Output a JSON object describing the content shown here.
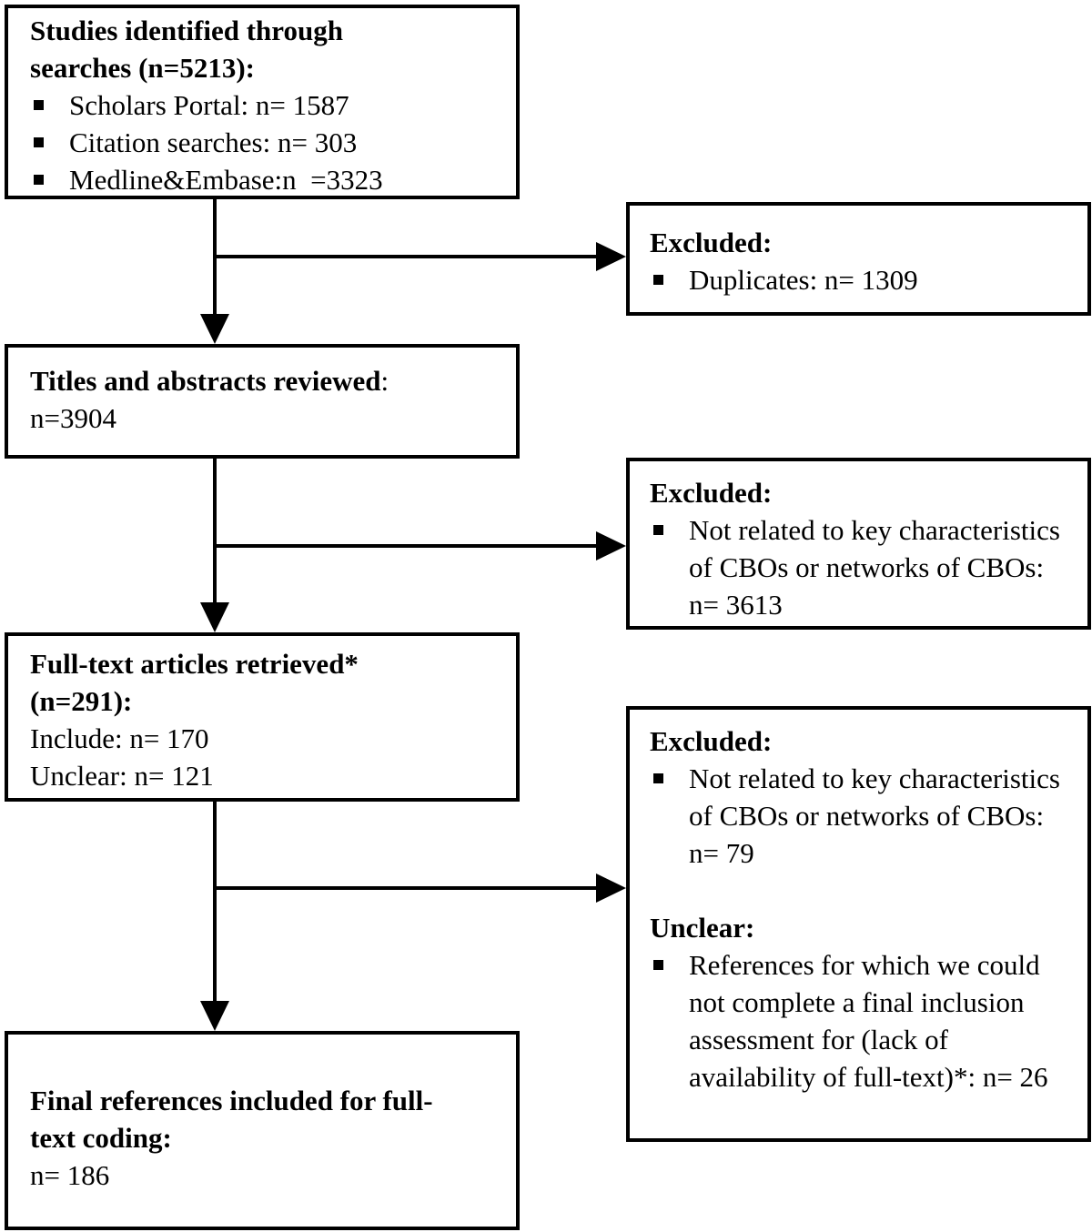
{
  "diagram": {
    "identified": {
      "title_lines": [
        "Studies identified through",
        "searches (n=5213):"
      ],
      "items": [
        "Scholars Portal: n= 1587",
        "Citation searches: n= 303",
        "Medline&Embase:n  =3323"
      ]
    },
    "excluded_duplicates": {
      "heading": "Excluded:",
      "items": [
        "Duplicates: n= 1309"
      ]
    },
    "reviewed": {
      "title": "Titles and abstracts reviewed",
      "title_suffix": ":",
      "count": "n=3904"
    },
    "excluded_screening": {
      "heading": "Excluded:",
      "items": [
        "Not related to key characteristics of CBOs or networks of CBOs: n= 3613"
      ]
    },
    "fulltext": {
      "title": "Full-text articles retrieved*",
      "subtitle": "(n=291):",
      "lines": [
        "Include: n= 170",
        "Unclear: n= 121"
      ]
    },
    "excluded_fulltext": {
      "heading": "Excluded:",
      "items": [
        "Not related to key characteristics of CBOs or networks of CBOs: n= 79"
      ],
      "heading2": "Unclear:",
      "items2": [
        "References for which we could not complete a final inclusion assessment for (lack of availability of full-text)*: n= 26"
      ]
    },
    "final": {
      "title_lines": [
        "Final references included for full-",
        "text coding:"
      ],
      "count": "n= 186"
    }
  },
  "colors": {
    "ink": "#000000",
    "background": "#ffffff"
  }
}
